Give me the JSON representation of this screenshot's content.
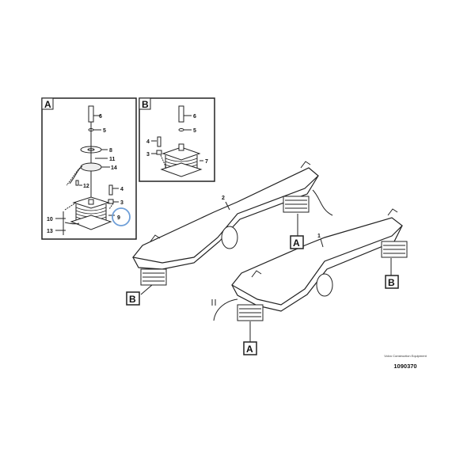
{
  "panels": {
    "A": {
      "title": "A",
      "callouts": [
        "6",
        "5",
        "8",
        "11",
        "14",
        "12",
        "4",
        "3",
        "9",
        "10",
        "13"
      ]
    },
    "B": {
      "title": "B",
      "callouts": [
        "6",
        "5",
        "4",
        "3",
        "7"
      ]
    }
  },
  "main": {
    "callout_frame_2": "2",
    "callout_frame_1": "1",
    "view_refs": [
      "A",
      "B",
      "B",
      "A"
    ]
  },
  "highlight": {
    "part": "9",
    "color": "#6f9fd8"
  },
  "footer": {
    "brand": "Volvo Construction Equipment",
    "drawing_number": "1090370"
  }
}
